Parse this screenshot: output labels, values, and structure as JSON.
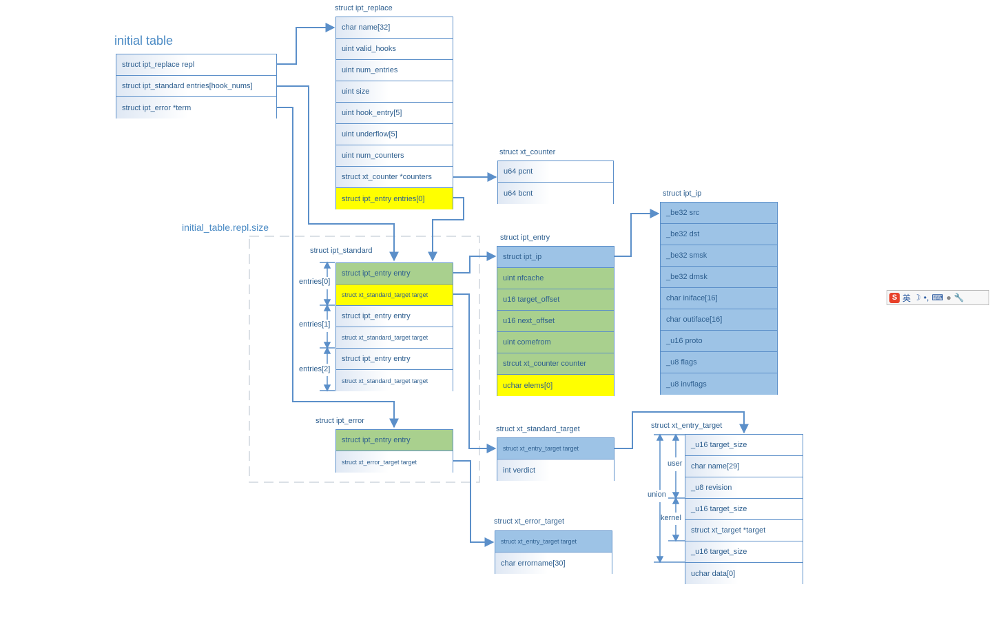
{
  "labels": {
    "initial_table": "initial table",
    "repl_size": "initial_table.repl.size",
    "ipt_replace": "struct ipt_replace",
    "xt_counter": "struct xt_counter",
    "ipt_ip": "struct ipt_ip",
    "ipt_entry": "struct ipt_entry",
    "ipt_standard": "struct ipt_standard",
    "ipt_error": "struct ipt_error",
    "xt_standard_target": "struct xt_standard_target",
    "xt_entry_target": "struct xt_entry_target",
    "xt_error_target": "struct xt_error_target",
    "entries0": "entries[0]",
    "entries1": "entries[1]",
    "entries2": "entries[2]",
    "user": "user",
    "union": "union",
    "kernel": "kernel"
  },
  "tables": {
    "initial_table": [
      "struct ipt_replace repl",
      "struct ipt_standard entries[hook_nums]",
      "struct ipt_error *term"
    ],
    "ipt_replace": [
      "char name[32]",
      "uint valid_hooks",
      "uint num_entries",
      "uint size",
      "uint hook_entry[5]",
      "uint underflow[5]",
      "uint num_counters",
      "struct xt_counter *counters",
      "struct ipt_entry entries[0]"
    ],
    "xt_counter": [
      "u64 pcnt",
      "u64 bcnt"
    ],
    "ipt_ip": [
      "_be32 src",
      "_be32 dst",
      "_be32 smsk",
      "_be32 dmsk",
      "char iniface[16]",
      "char outiface[16]",
      "_u16 proto",
      "_u8 flags",
      "_u8 invflags"
    ],
    "ipt_entry": [
      "struct ipt_ip",
      "uint nfcache",
      "u16 target_offset",
      "u16 next_offset",
      "uint comefrom",
      "strcut xt_counter counter",
      "uchar elems[0]"
    ],
    "ipt_standard": [
      "struct ipt_entry  entry",
      "struct xt_standard_target target",
      "struct ipt_entry  entry",
      "struct xt_standard_target target",
      "struct ipt_entry  entry",
      "struct xt_standard_target target"
    ],
    "ipt_error": [
      "struct ipt_entry  entry",
      "struct xt_error_target  target"
    ],
    "xt_standard_target": [
      "struct xt_entry_target target",
      "int verdict"
    ],
    "xt_entry_target": [
      "_u16 target_size",
      "char name[29]",
      "_u8 revision",
      "_u16 target_size",
      "struct xt_target *target",
      "_u16 target_size",
      "uchar data[0]"
    ],
    "xt_error_target": [
      "struct xt_entry_target target",
      "char errorname[30]"
    ]
  },
  "ime": {
    "logo": "S",
    "lang": "英",
    "icons": [
      "moon-icon",
      "punctuation-icon",
      "keyboard-icon",
      "user-icon",
      "wrench-icon"
    ]
  },
  "colors": {
    "line": "#5b8fc9",
    "green": "#a9d08e",
    "yellow": "#ffff00",
    "blue": "#9dc3e6"
  }
}
